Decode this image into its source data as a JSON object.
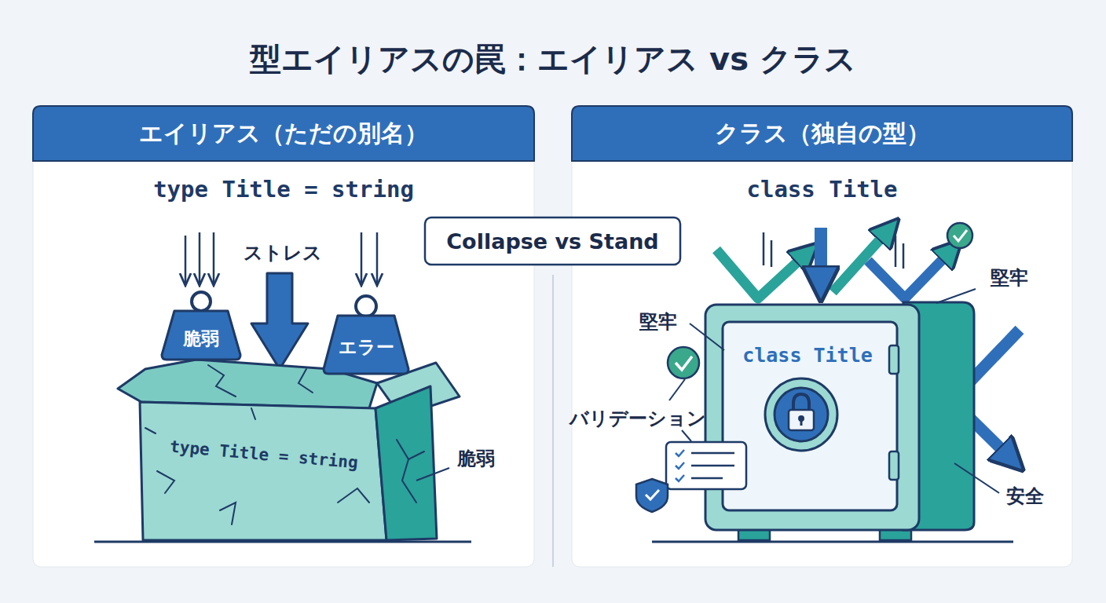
{
  "diagram": {
    "title": "型エイリアスの罠：エイリアス vs クラス",
    "nodes": [
      {
        "text": [
          "エイリアス（ただの別名）",
          "type Title = string"
        ]
      },
      {
        "text": [
          "脆弱"
        ],
        "in": 0
      },
      {
        "text": [
          "エラー"
        ],
        "in": 0
      },
      {
        "text": [
          "type Title = string"
        ],
        "in": 0
      },
      {
        "text": [
          "Collapse vs Stand"
        ]
      },
      {
        "text": [
          "クラス（独自の型）",
          "class Title"
        ]
      },
      {
        "text": [
          "class Title"
        ],
        "in": 5
      }
    ],
    "labels": [
      "ストレス",
      "脆弱",
      "堅牢",
      "堅牢",
      "バリデーション",
      "安全"
    ]
  }
}
